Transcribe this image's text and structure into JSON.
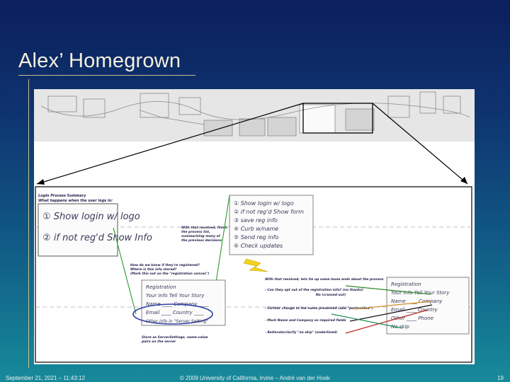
{
  "slide": {
    "title": "Alex’ Homegrown"
  },
  "figure": {
    "summary_title": "Login Process Summary",
    "summary_subtitle": "What happens when the user logs in:",
    "notes": {
      "finish": [
        "With that resolved, finish",
        "the process list,",
        "summarizing many of",
        "the previous decisions"
      ],
      "registered": [
        "How do we know if they're registered?",
        "Where is this info stored?",
        "(Mark this out on the \"registration canvas\")"
      ],
      "store": [
        "Store as ServerSettings, name-value",
        "pairs on the server"
      ],
      "resolved": "With that resolved, lets tie up some loose ends about the process",
      "bullets": [
        "- Can they opt out of the registration info? (no thanks)",
        "No (crossed out)",
        "- Further change to the name presented (add \"personalize\")",
        "- Mark Name and Company as required fields",
        "- Reiterate/clarify \"no skip\" (underlined)"
      ]
    }
  },
  "footer": {
    "date": "September 21, 2021 – 11:43:12",
    "copyright": "© 2009 University of California, Irvine – André van der Hoek",
    "page": "19"
  }
}
